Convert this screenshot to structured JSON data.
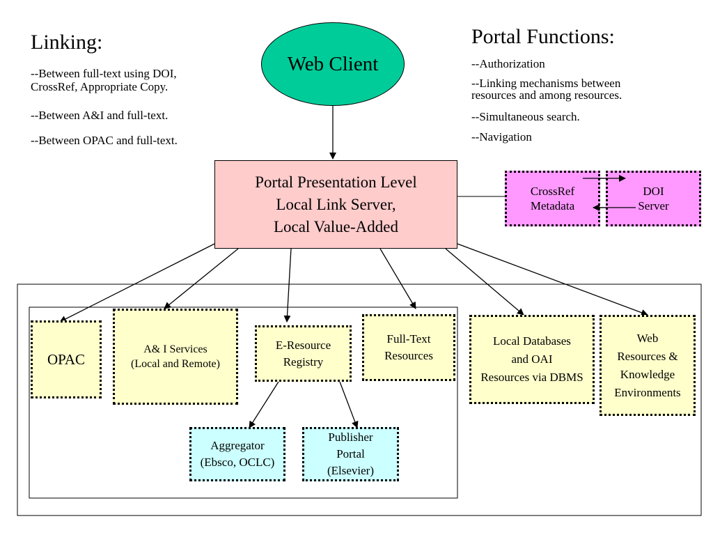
{
  "linking": {
    "title": "Linking:",
    "items": [
      "--Between full-text using DOI,\nCrossRef, Appropriate Copy.",
      "--Between A&I and full-text.",
      "--Between OPAC and full-text."
    ]
  },
  "portal_functions": {
    "title": "Portal Functions:",
    "items": [
      "--Authorization",
      "--Linking mechanisms between\nresources and among resources.",
      "--Simultaneous search.",
      "--Navigation"
    ]
  },
  "nodes": {
    "web_client": "Web Client",
    "portal": "Portal Presentation Level\nLocal Link Server,\nLocal Value-Added",
    "crossref": "CrossRef\nMetadata",
    "doi": "DOI\nServer",
    "opac": "OPAC",
    "ai_services": "A& I Services\n(Local and Remote)",
    "eresource": "E-Resource\nRegistry",
    "fulltext": "Full-Text\nResources",
    "local_db": "Local Databases\nand OAI\nResources via DBMS",
    "web_resources": "Web\nResources &\nKnowledge\nEnvironments",
    "aggregator": "Aggregator\n(Ebsco, OCLC)",
    "publisher": "Publisher\nPortal\n(Elsevier)"
  },
  "colors": {
    "web_client": "#00cc99",
    "portal": "#ffcccc",
    "resource": "#ffffcc",
    "sub_resource": "#ccffff",
    "doi_group": "#ff99ff"
  }
}
